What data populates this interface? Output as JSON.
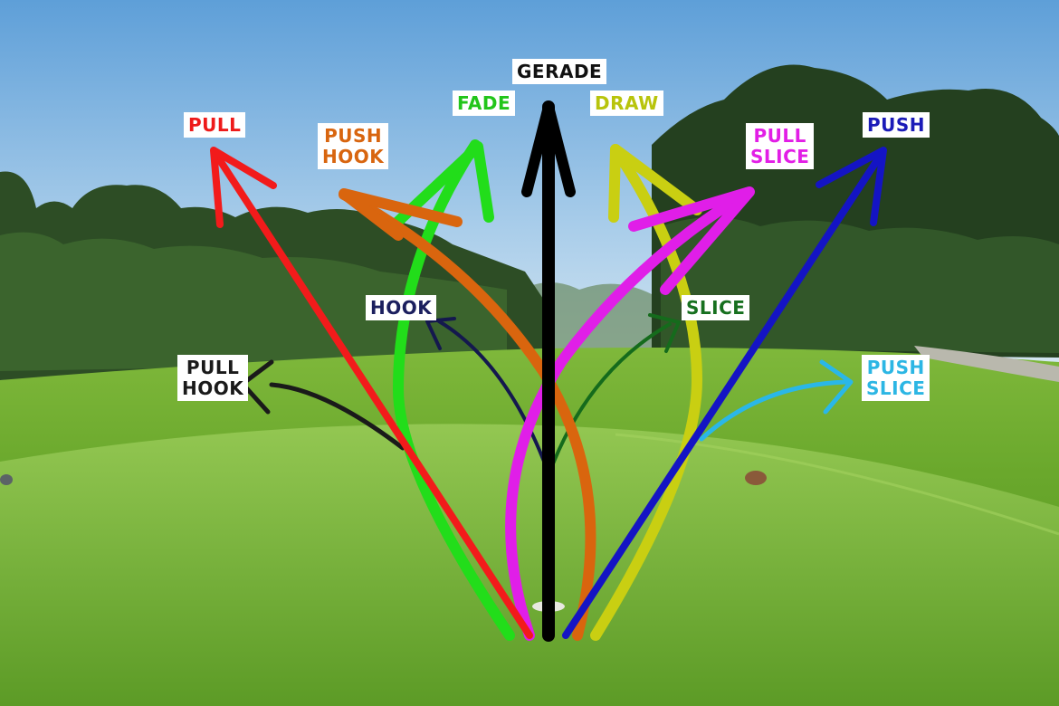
{
  "labels": {
    "gerade": {
      "lines": [
        "GERADE"
      ],
      "color": "#111111"
    },
    "fade": {
      "lines": [
        "FADE"
      ],
      "color": "#22c51a"
    },
    "draw": {
      "lines": [
        "DRAW"
      ],
      "color": "#b8c40c"
    },
    "pull": {
      "lines": [
        "PULL"
      ],
      "color": "#ee1a1a"
    },
    "push_hook": {
      "lines": [
        "PUSH",
        "HOOK"
      ],
      "color": "#d8650f"
    },
    "pull_slice": {
      "lines": [
        "PULL",
        "SLICE"
      ],
      "color": "#e21ee6"
    },
    "push": {
      "lines": [
        "PUSH"
      ],
      "color": "#1b1bb8"
    },
    "hook": {
      "lines": [
        "HOOK"
      ],
      "color": "#1b1f5e"
    },
    "slice": {
      "lines": [
        "SLICE"
      ],
      "color": "#17701f"
    },
    "pull_hook": {
      "lines": [
        "PULL",
        "HOOK"
      ],
      "color": "#1a1a1a"
    },
    "push_slice": {
      "lines": [
        "PUSH",
        "SLICE"
      ],
      "color": "#2cb6e4"
    }
  },
  "trajectory_colors": {
    "straight": "#000000",
    "fade": "#22dd1a",
    "draw": "#c9cf12",
    "pull": "#f21b1b",
    "push_hook": "#d9650e",
    "pull_slice": "#e01ee8",
    "push": "#1414c4",
    "hook": "#14184e",
    "slice": "#156b1c",
    "pull_hook": "#1a1a1a",
    "push_slice": "#2ab7e8"
  }
}
